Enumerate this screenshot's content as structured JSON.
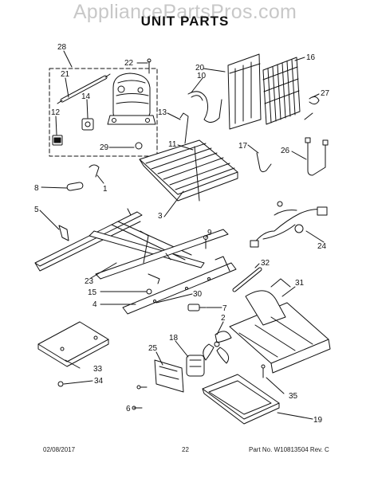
{
  "watermark": "AppliancePartsPros.com",
  "title": "UNIT PARTS",
  "callouts": [
    {
      "id": "c28",
      "text": "28"
    },
    {
      "id": "c22",
      "text": "22"
    },
    {
      "id": "c21",
      "text": "21"
    },
    {
      "id": "c14",
      "text": "14"
    },
    {
      "id": "c12",
      "text": "12"
    },
    {
      "id": "c29",
      "text": "29"
    },
    {
      "id": "c20",
      "text": "20"
    },
    {
      "id": "c10",
      "text": "10"
    },
    {
      "id": "c16",
      "text": "16"
    },
    {
      "id": "c27",
      "text": "27"
    },
    {
      "id": "c13",
      "text": "13"
    },
    {
      "id": "c11",
      "text": "11"
    },
    {
      "id": "c17",
      "text": "17"
    },
    {
      "id": "c26",
      "text": "26"
    },
    {
      "id": "c8",
      "text": "8"
    },
    {
      "id": "c1",
      "text": "1"
    },
    {
      "id": "c3",
      "text": "3"
    },
    {
      "id": "c5",
      "text": "5"
    },
    {
      "id": "c9",
      "text": "9"
    },
    {
      "id": "c24",
      "text": "24"
    },
    {
      "id": "c32",
      "text": "32"
    },
    {
      "id": "c23",
      "text": "23"
    },
    {
      "id": "c15",
      "text": "15"
    },
    {
      "id": "c30",
      "text": "30"
    },
    {
      "id": "c31",
      "text": "31"
    },
    {
      "id": "c4",
      "text": "4"
    },
    {
      "id": "c7",
      "text": "7"
    },
    {
      "id": "c2",
      "text": "2"
    },
    {
      "id": "c18",
      "text": "18"
    },
    {
      "id": "c25",
      "text": "25"
    },
    {
      "id": "c33",
      "text": "33"
    },
    {
      "id": "c34",
      "text": "34"
    },
    {
      "id": "c35",
      "text": "35"
    },
    {
      "id": "c6",
      "text": "6"
    },
    {
      "id": "c19",
      "text": "19"
    }
  ],
  "footer": {
    "date": "02/08/2017",
    "page": "22",
    "part_no": "Part No.  W10813504  Rev.  C"
  }
}
